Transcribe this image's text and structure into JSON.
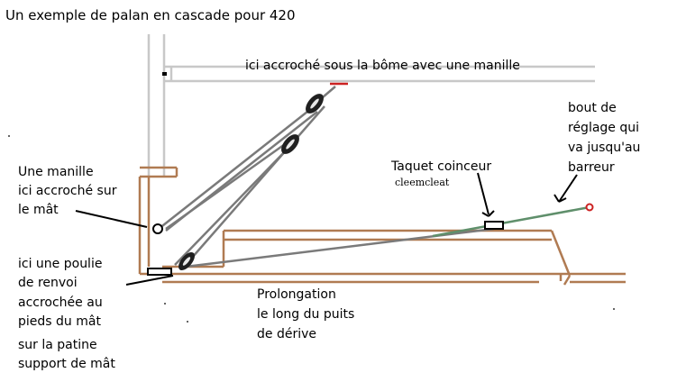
{
  "title": "Un exemple de palan en cascade pour 420",
  "labels": {
    "boom": "ici accroché sous la bôme avec une manille",
    "mast_shackle": [
      "Une manille",
      "ici accroché sur",
      "le mât"
    ],
    "turning_block": [
      "ici une poulie",
      "de renvoi",
      "accrochée au",
      "pieds du mât",
      "sur la patine",
      "support de mât"
    ],
    "cleat": "Taquet coinceur",
    "cleat_sub": "cleemcleat",
    "tail": [
      "bout de",
      "réglage qui",
      "va jusqu'au",
      "barreur"
    ],
    "extension": [
      "Prolongation",
      "le long du puits",
      "de dérive"
    ]
  },
  "colors": {
    "wood": "#b07b52",
    "mast": "#c8c8c8",
    "rope": "#7a7a7a",
    "tail_rope": "#5f8f6b",
    "boom_mark": "#cc2222",
    "block": "#202020",
    "line": "#000000"
  }
}
